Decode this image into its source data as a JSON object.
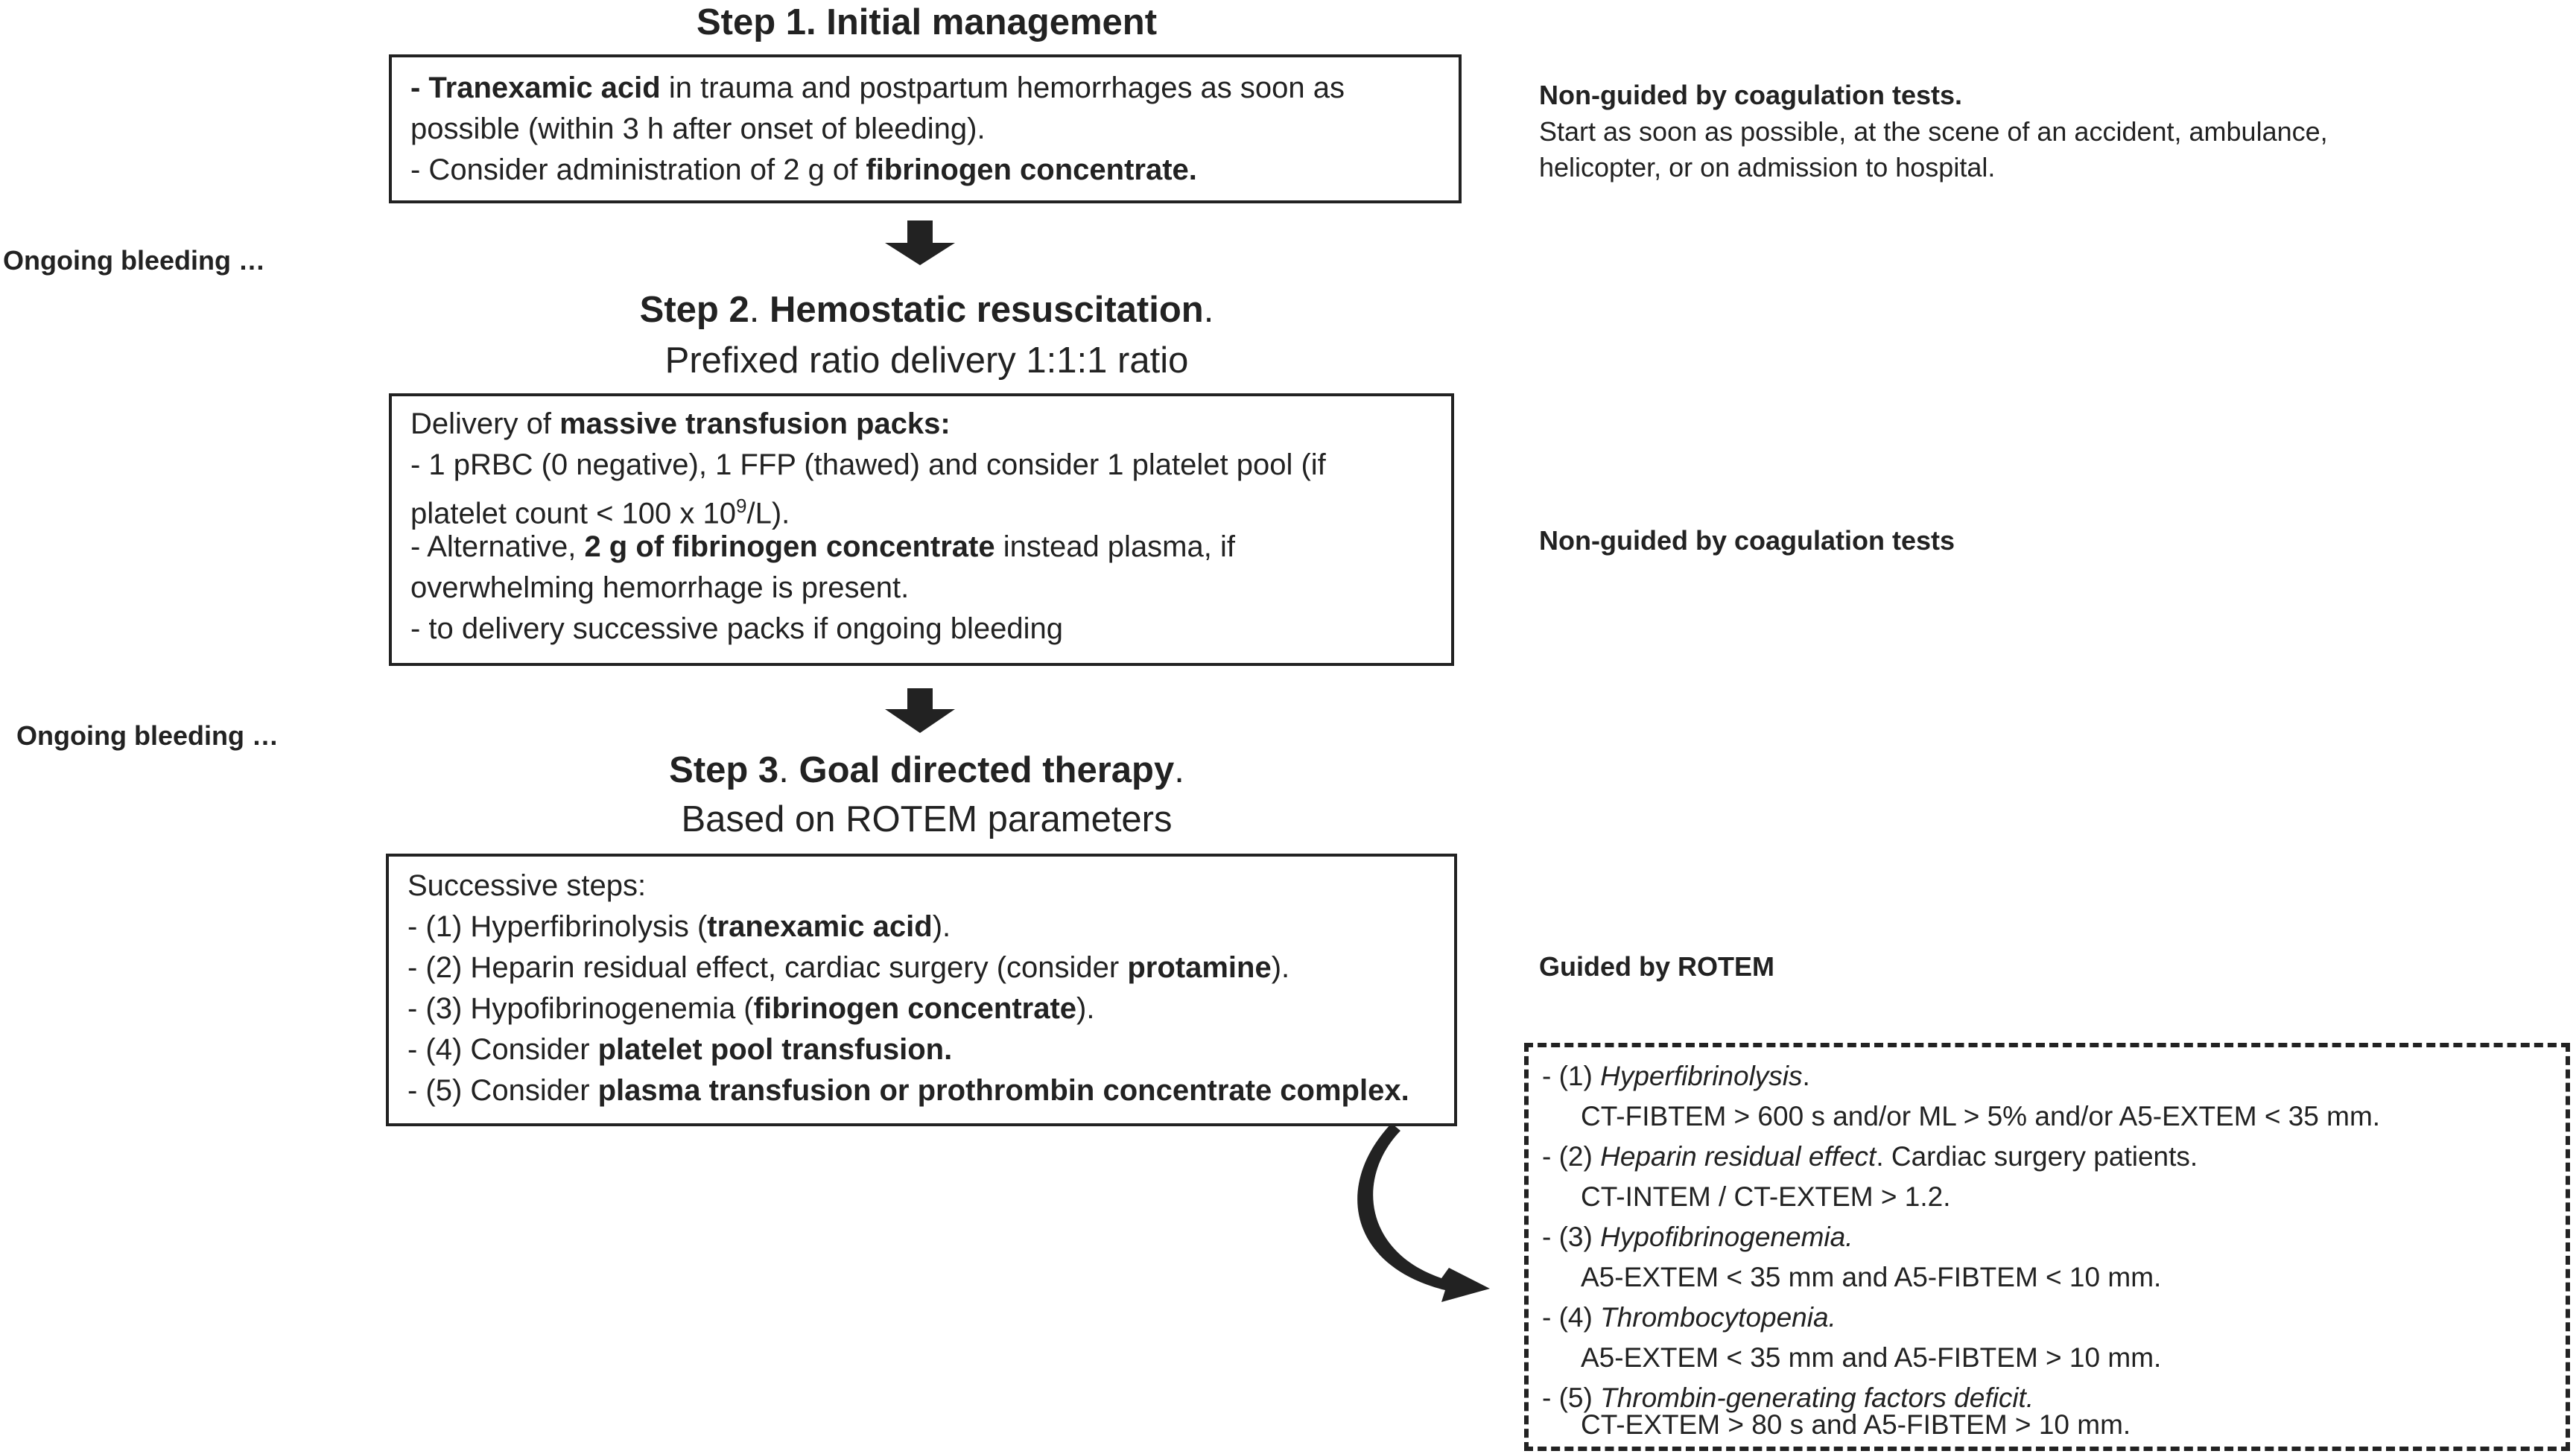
{
  "step1": {
    "title_bold": "Step 1. Initial management",
    "box": {
      "l1_b": "- Tranexamic acid",
      "l1_r": " in trauma and postpartum hemorrhages as soon as",
      "l2": "possible (within 3 h after onset of bleeding).",
      "l3_r": "- Consider  administration of 2 g of ",
      "l3_b": "fibrinogen concentrate."
    },
    "side_title": "Non-guided by coagulation tests.",
    "side_l1": "Start as soon as possible, at the scene of an accident, ambulance,",
    "side_l2": "helicopter, or on admission to hospital."
  },
  "ongoing1": "Ongoing bleeding …",
  "step2": {
    "title_bold": "Step 2",
    "title_bold2": "Hemostatic resuscitation",
    "period": ".",
    "subtitle": "Prefixed ratio delivery 1:1:1 ratio",
    "box": {
      "l1_r": "Delivery of ",
      "l1_b": "massive transfusion packs:",
      "l2": "- 1 pRBC (0 negative), 1 FFP (thawed) and consider 1 platelet pool (if",
      "l3_a": "platelet count < 100 x 10",
      "l3_sup": "9",
      "l3_b": "/L).",
      "l4_r": "- Alternative, ",
      "l4_b": "2 g of fibrinogen concentrate",
      "l4_r2": " instead plasma, if",
      "l5": "overwhelming hemorrhage is present.",
      "l6": "- to delivery successive packs if ongoing bleeding"
    },
    "side_title": "Non-guided by coagulation tests"
  },
  "ongoing2": "Ongoing bleeding …",
  "step3": {
    "title_bold": "Step 3",
    "title_bold2": "Goal directed therapy",
    "period": ".",
    "subtitle": "Based on ROTEM parameters",
    "box": {
      "l1": "Successive steps:",
      "l2_r": "- (1) Hyperfibrinolysis (",
      "l2_b": "tranexamic acid",
      "l2_e": ").",
      "l3_r": "- (2) Heparin residual effect, cardiac surgery (consider ",
      "l3_b": "protamine",
      "l3_e": ").",
      "l4_r": "- (3) Hypofibrinogenemia (",
      "l4_b": "fibrinogen concentrate",
      "l4_e": ").",
      "l5_r": "- (4) Consider ",
      "l5_b": "platelet pool transfusion.",
      "l6_r": "- (5) Consider ",
      "l6_b": "plasma transfusion or prothrombin concentrate complex."
    },
    "side_title": "Guided by ROTEM"
  },
  "rotem": {
    "c1_pre": "- (1) ",
    "c1_i": "Hyperfibrinolysis",
    "c1_post": ".",
    "c1_d": "CT-FIBTEM > 600 s and/or ML > 5% and/or A5-EXTEM < 35 mm.",
    "c2_pre": "- (2) ",
    "c2_i": "Heparin residual effect",
    "c2_post": ". Cardiac surgery patients.",
    "c2_d": "CT-INTEM / CT-EXTEM > 1.2.",
    "c3_pre": "- (3) ",
    "c3_i": "Hypofibrinogenemia.",
    "c3_d": "A5-EXTEM < 35 mm and A5-FIBTEM < 10 mm.",
    "c4_pre": "- (4) ",
    "c4_i": "Thrombocytopenia.",
    "c4_d": "A5-EXTEM < 35 mm and A5-FIBTEM > 10 mm.",
    "c5_pre": "- (5) ",
    "c5_i": "Thrombin-generating factors deficit.",
    "c5_d": "CT-EXTEM > 80 s and A5-FIBTEM > 10 mm."
  }
}
